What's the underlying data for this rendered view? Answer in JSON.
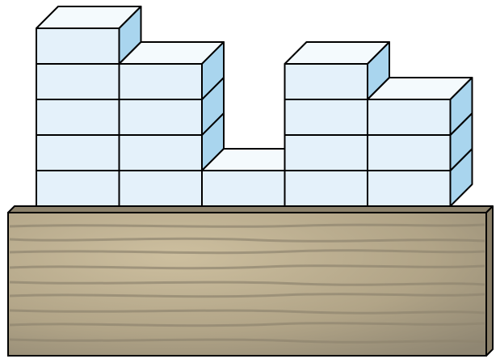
{
  "diagram": {
    "columns": [
      {
        "stack_height": 5
      },
      {
        "stack_height": 4
      },
      {
        "stack_height": 1
      },
      {
        "stack_height": 4
      },
      {
        "stack_height": 3
      }
    ],
    "colors": {
      "cube_front": "#e4f1fa",
      "cube_top": "#f4fafd",
      "cube_side": "#a9d5ee",
      "outline": "#000000",
      "wood_base": "#c2b396",
      "wood_top": "#8c826c",
      "wood_side": "#897e67",
      "wood_grain": "#8e846f"
    }
  }
}
